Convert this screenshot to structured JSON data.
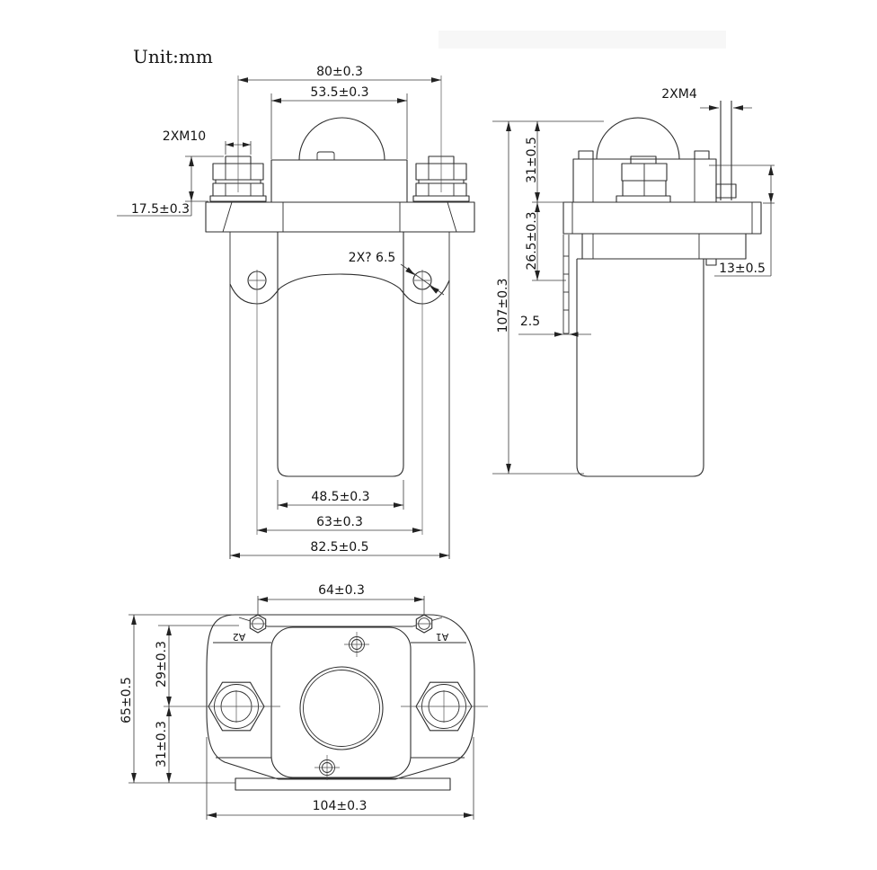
{
  "meta": {
    "unit_label": "Unit:mm"
  },
  "colors": {
    "line": "#2e2e2e",
    "dim": "#3a3a3a",
    "text": "#151515",
    "background": "#ffffff",
    "watermark_band": "#f7f7f7"
  },
  "front_view": {
    "dims": {
      "terminal_spacing": "80±0.3",
      "cover_width": "53.5±0.3",
      "stud_thread": "2XM10",
      "stud_height": "17.5±0.3",
      "mount_holes": "2X? 6.5",
      "body_width": "48.5±0.3",
      "hole_spacing": "63±0.3",
      "bracket_width": "82.5±0.5"
    }
  },
  "side_view": {
    "dims": {
      "aux_thread": "2XM4",
      "top_height": "31±0.5",
      "mid_height": "26.5±0.3",
      "overall_height": "107±0.3",
      "bracket_thickness": "2.5",
      "aux_block_height": "13±0.5"
    }
  },
  "top_view": {
    "dims": {
      "aux_terminal_spacing": "64±0.3",
      "overall_depth": "65±0.5",
      "upper_offset": "29±0.3",
      "lower_offset": "31±0.3",
      "overall_width": "104±0.3"
    },
    "labels": {
      "terminal_a2": "A2",
      "terminal_a1": "A1"
    }
  }
}
